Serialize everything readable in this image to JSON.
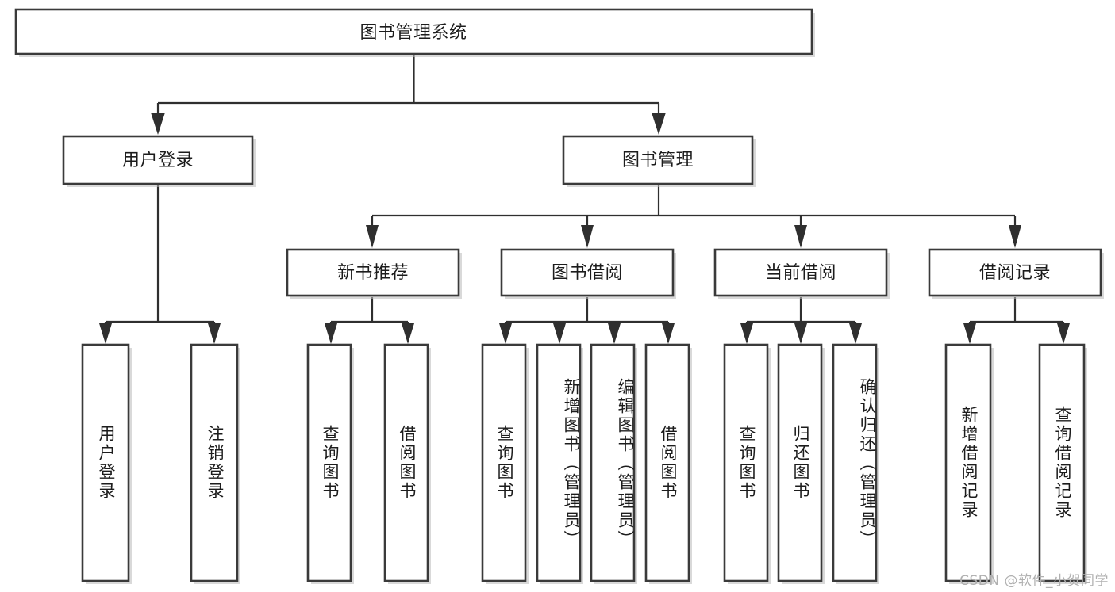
{
  "diagram": {
    "title": "图书管理系统",
    "type": "tree-hierarchy",
    "watermark": "CSDN @软件_小贺同学",
    "colors": {
      "box_stroke": "#3a3a3a",
      "box_fill": "#ffffff",
      "connector": "#2f2f2f",
      "text": "#1c1c1c",
      "watermark": "#b0b0b0",
      "background": "#ffffff"
    },
    "levels": {
      "root": {
        "label": "图书管理系统"
      },
      "level2": [
        {
          "label": "用户登录"
        },
        {
          "label": "图书管理"
        }
      ],
      "level3": [
        {
          "label": "新书推荐"
        },
        {
          "label": "图书借阅"
        },
        {
          "label": "当前借阅"
        },
        {
          "label": "借阅记录"
        }
      ],
      "leaves": {
        "user_login": [
          {
            "label": "用户登录"
          },
          {
            "label": "注销登录"
          }
        ],
        "new_book_recommend": [
          {
            "label": "查询图书"
          },
          {
            "label": "借阅图书"
          }
        ],
        "book_borrow": [
          {
            "label": "查询图书"
          },
          {
            "label": "新增图书（管理员）"
          },
          {
            "label": "编辑图书（管理员）"
          },
          {
            "label": "借阅图书"
          }
        ],
        "current_borrow": [
          {
            "label": "查询图书"
          },
          {
            "label": "归还图书"
          },
          {
            "label": "确认归还（管理员）"
          }
        ],
        "borrow_records": [
          {
            "label": "新增借阅记录"
          },
          {
            "label": "查询借阅记录"
          }
        ]
      }
    }
  }
}
